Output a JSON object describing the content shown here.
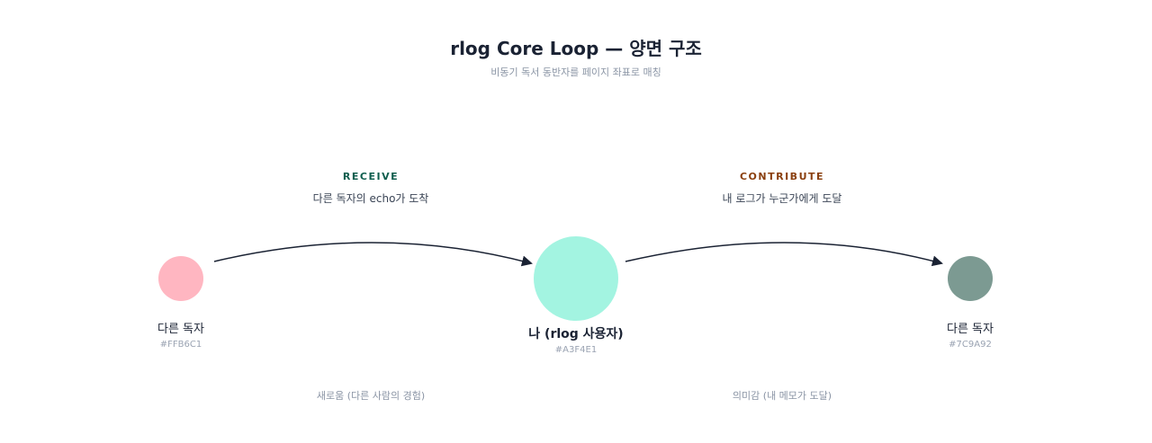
{
  "header": {
    "title": "rlog Core Loop — 양면 구조",
    "subtitle": "비동기 독서 동반자를 페이지 좌표로 매칭"
  },
  "flows": {
    "receive": {
      "label": "RECEIVE",
      "desc": "다른 독자의 echo가 도착",
      "note": "새로움 (다른 사람의 경험)",
      "color": "#0f5e4e"
    },
    "contribute": {
      "label": "CONTRIBUTE",
      "desc": "내 로그가 누군가에게 도달",
      "note": "의미감 (내 메모가 도달)",
      "color": "#8a3f0e"
    }
  },
  "nodes": {
    "left": {
      "name": "다른 독자",
      "color_label": "#FFB6C1",
      "color": "#FFB6C1"
    },
    "center": {
      "name": "나 (rlog 사용자)",
      "color_label": "#A3F4E1",
      "color": "#A3F4E1"
    },
    "right": {
      "name": "다른 독자",
      "color_label": "#7C9A92",
      "color": "#7C9A92"
    }
  },
  "arrow_color": "#1a2233"
}
